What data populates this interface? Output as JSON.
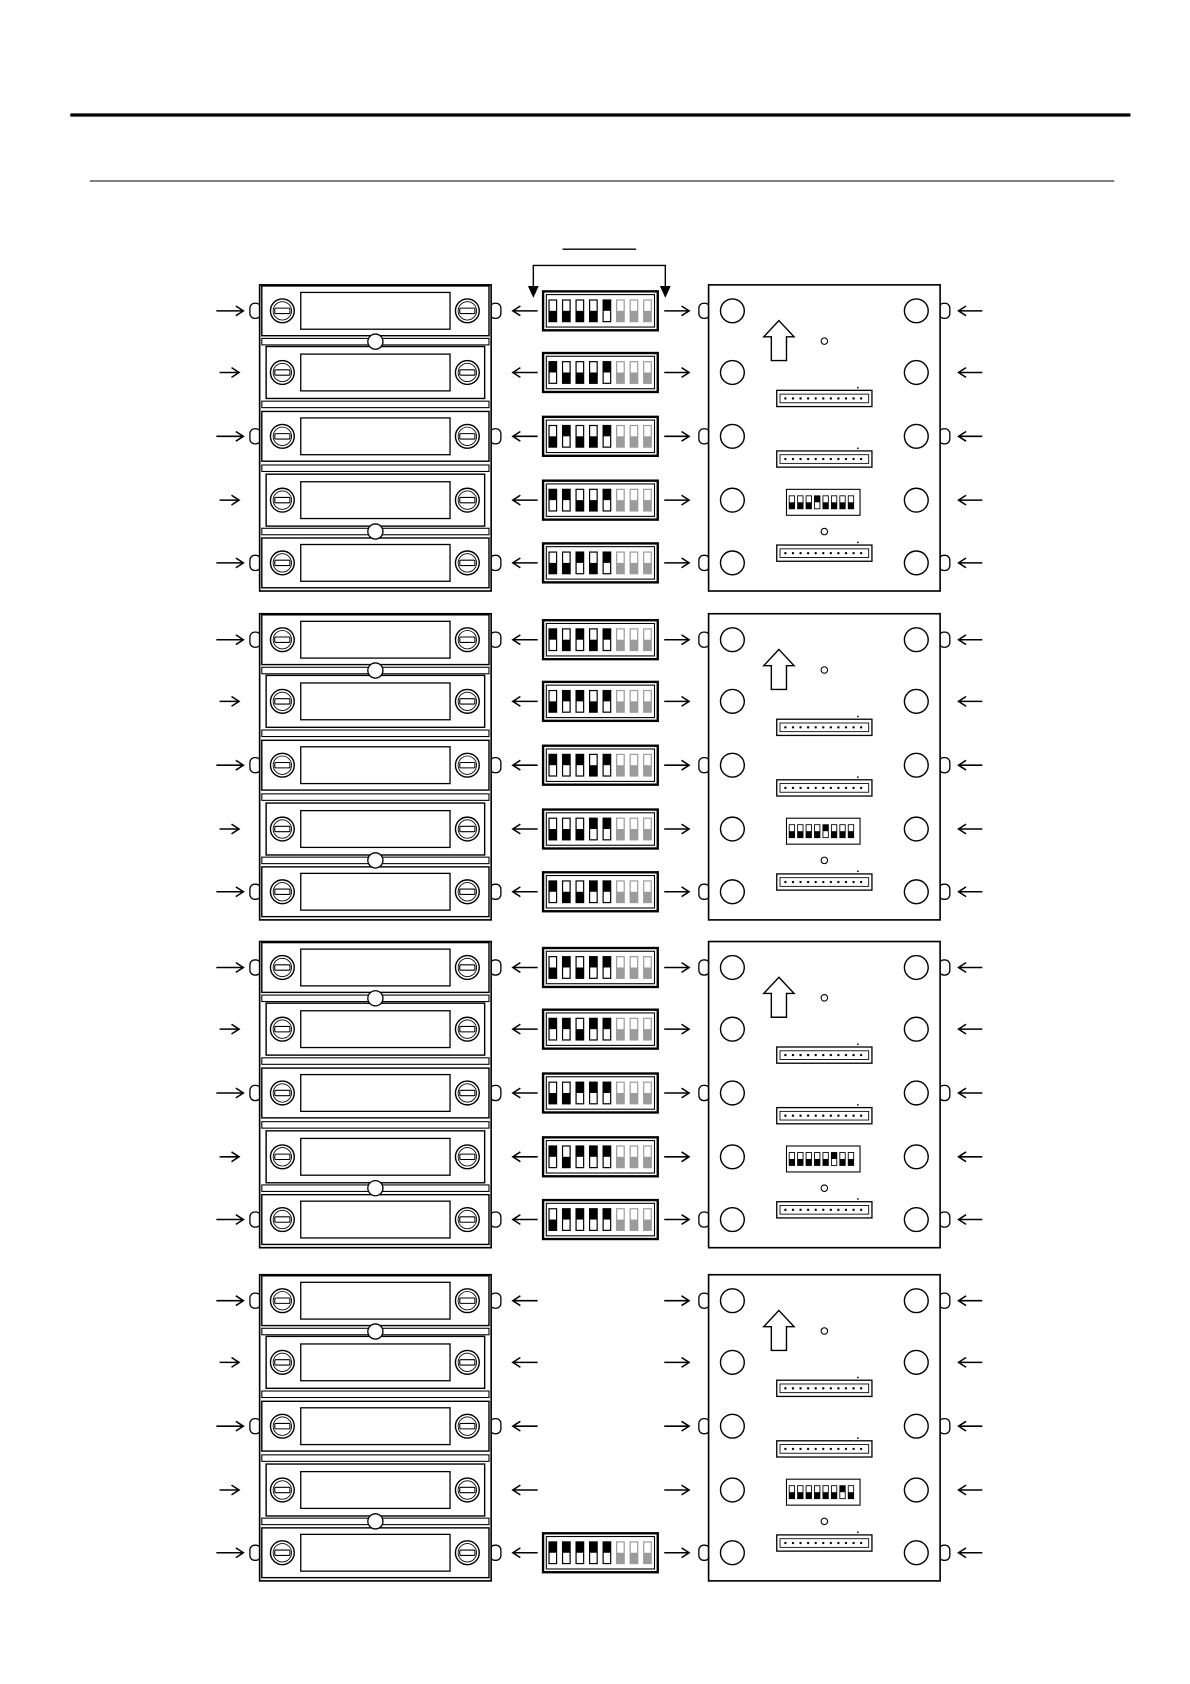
{
  "colors": {
    "ink": "#000000",
    "paper": "#ffffff",
    "unused_switch": "#9b9b9b"
  },
  "groups": [
    {
      "address_dip_switches": [
        [
          0,
          0,
          0,
          0,
          1,
          0,
          0,
          0
        ],
        [
          1,
          0,
          0,
          0,
          1,
          0,
          0,
          0
        ],
        [
          0,
          1,
          0,
          0,
          1,
          0,
          0,
          0
        ],
        [
          1,
          1,
          0,
          0,
          1,
          0,
          0,
          0
        ],
        [
          0,
          0,
          1,
          0,
          1,
          0,
          0,
          0
        ]
      ],
      "board_dip_switch": [
        0,
        0,
        0,
        1,
        0,
        0,
        0,
        0
      ]
    },
    {
      "address_dip_switches": [
        [
          1,
          0,
          1,
          0,
          1,
          0,
          0,
          0
        ],
        [
          0,
          1,
          1,
          0,
          1,
          0,
          0,
          0
        ],
        [
          1,
          1,
          1,
          0,
          1,
          0,
          0,
          0
        ],
        [
          0,
          0,
          0,
          1,
          1,
          0,
          0,
          0
        ],
        [
          1,
          0,
          0,
          1,
          1,
          0,
          0,
          0
        ]
      ],
      "board_dip_switch": [
        0,
        0,
        0,
        0,
        1,
        0,
        0,
        0
      ]
    },
    {
      "address_dip_switches": [
        [
          0,
          1,
          0,
          1,
          1,
          0,
          0,
          0
        ],
        [
          1,
          1,
          0,
          1,
          1,
          0,
          0,
          0
        ],
        [
          0,
          0,
          1,
          1,
          1,
          0,
          0,
          0
        ],
        [
          1,
          0,
          1,
          1,
          1,
          0,
          0,
          0
        ],
        [
          0,
          1,
          1,
          1,
          1,
          0,
          0,
          0
        ]
      ],
      "board_dip_switch": [
        0,
        0,
        0,
        0,
        0,
        1,
        0,
        0
      ]
    },
    {
      "address_dip_switches": [
        null,
        null,
        null,
        null,
        [
          1,
          1,
          1,
          1,
          1,
          0,
          0,
          0
        ]
      ],
      "board_dip_switch": [
        0,
        0,
        0,
        0,
        0,
        0,
        1,
        0
      ]
    }
  ]
}
